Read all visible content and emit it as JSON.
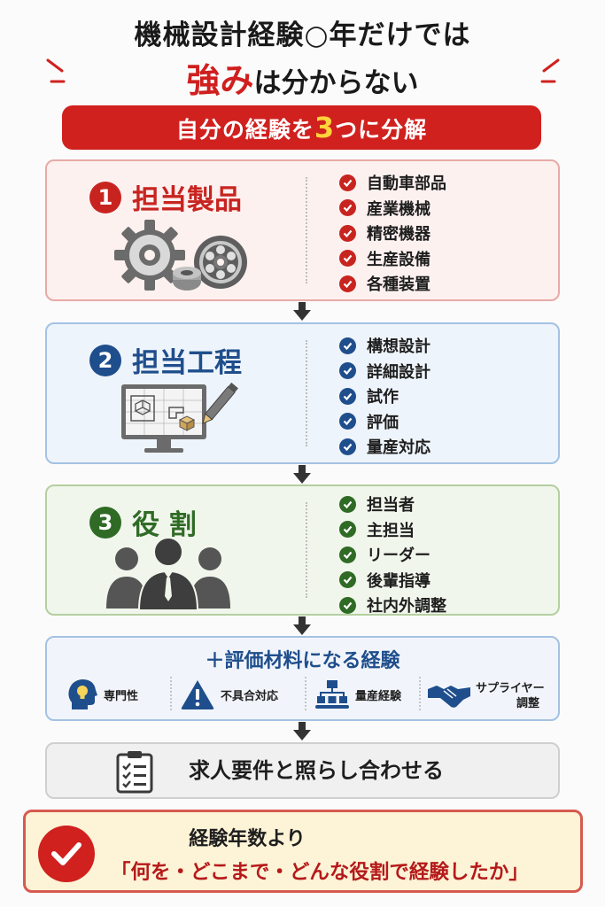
{
  "header": {
    "line1": "機械設計経験○年だけでは",
    "line2_highlight": "強み",
    "line2_rest": "は分からない"
  },
  "banner": {
    "before": "自分の経験を",
    "number": "3",
    "after": "つに分解"
  },
  "cards": [
    {
      "number": "1",
      "title": "担当製品",
      "color": "#c8241f",
      "illustration": "gear-bearing-icon",
      "items": [
        "自動車部品",
        "産業機械",
        "精密機器",
        "生産設備",
        "各種装置"
      ]
    },
    {
      "number": "2",
      "title": "担当工程",
      "color": "#1f4e8c",
      "illustration": "cad-monitor-pencil-icon",
      "items": [
        "構想設計",
        "詳細設計",
        "試作",
        "評価",
        "量産対応"
      ]
    },
    {
      "number": "3",
      "title": "役 割",
      "color": "#2f6b25",
      "illustration": "team-people-icon",
      "items": [
        "担当者",
        "主担当",
        "リーダー",
        "後輩指導",
        "社内外調整"
      ]
    }
  ],
  "bonus": {
    "title": "＋評価材料になる経験",
    "items": [
      {
        "label": "専門性",
        "icon": "head-lightbulb-icon"
      },
      {
        "label": "不具合対応",
        "icon": "warning-icon"
      },
      {
        "label": "量産経験",
        "icon": "conveyor-boxes-icon"
      },
      {
        "label_line1": "サプライヤー",
        "label_line2": "調整",
        "icon": "handshake-icon"
      }
    ]
  },
  "jobs": {
    "icon": "clipboard-checklist-icon",
    "text": "求人要件と照らし合わせる"
  },
  "conclusion": {
    "line1": "経験年数より",
    "line2": "「何を・どこまで・どんな役割で経験したか」",
    "icon": "check-circle-icon"
  },
  "colors": {
    "accent_red": "#d0211f",
    "blue": "#1f4e8c",
    "green": "#2f6b25",
    "highlight_yellow": "#ffd43a"
  }
}
